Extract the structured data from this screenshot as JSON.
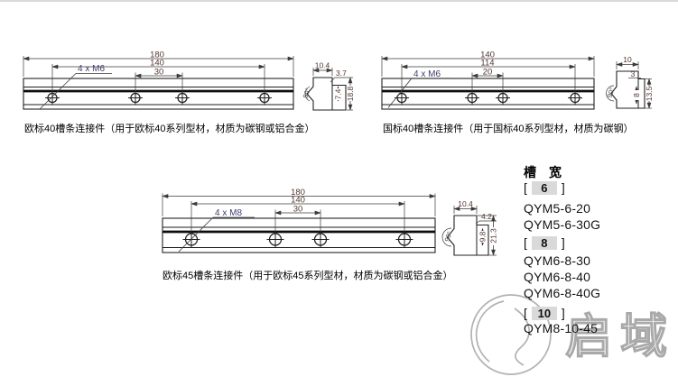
{
  "colors": {
    "line": "#1d1d1d",
    "dim_text": "#53362e",
    "hole_label_text": "#3e3e6e",
    "highlight_bg": "#d9d9d9",
    "watermark": "#a9a9a9"
  },
  "drawings": [
    {
      "caption": "欧标40槽条连接件（用于欧标40系列型材，材质为碳钢或铝合金）",
      "hole_label": "4 x M6",
      "dims": {
        "total": "180",
        "span": "140",
        "pitch": "30"
      },
      "section": {
        "top_width": "10.4",
        "thickness": "3.7",
        "inner": "7.4",
        "height": "18.8",
        "angle": "90°"
      }
    },
    {
      "caption": "国标40槽条连接件（用于国标40系列型材，材质为碳钢）",
      "hole_label": "4 x M6",
      "dims": {
        "total": "140",
        "span": "114",
        "pitch": "20"
      },
      "section": {
        "top_width": "10",
        "thickness": "3",
        "inner": "8",
        "height": "13.5",
        "angle": "90°"
      }
    },
    {
      "caption": "欧标45槽条连接件（用于欧标45系列型材，材质为碳钢或铝合金）",
      "hole_label": "4 x M8",
      "dims": {
        "total": "180",
        "span": "140",
        "pitch": "30"
      },
      "section": {
        "top_width": "10.4",
        "thickness": "4.2",
        "inner": "9.8",
        "height": "21.3",
        "angle": "90°"
      }
    }
  ],
  "product_list": {
    "header": "槽　宽",
    "bracket_open": "[",
    "bracket_close": "]",
    "groups": [
      {
        "slot_width": "6",
        "models": [
          "QYM5-6-20",
          "QYM5-6-30G"
        ]
      },
      {
        "slot_width": "8",
        "models": [
          "QYM6-8-30",
          "QYM6-8-40",
          "QYM6-8-40G"
        ]
      },
      {
        "slot_width": "10",
        "models": [
          "QYM8-10-45"
        ]
      }
    ]
  },
  "watermark": {
    "text": "启域"
  }
}
